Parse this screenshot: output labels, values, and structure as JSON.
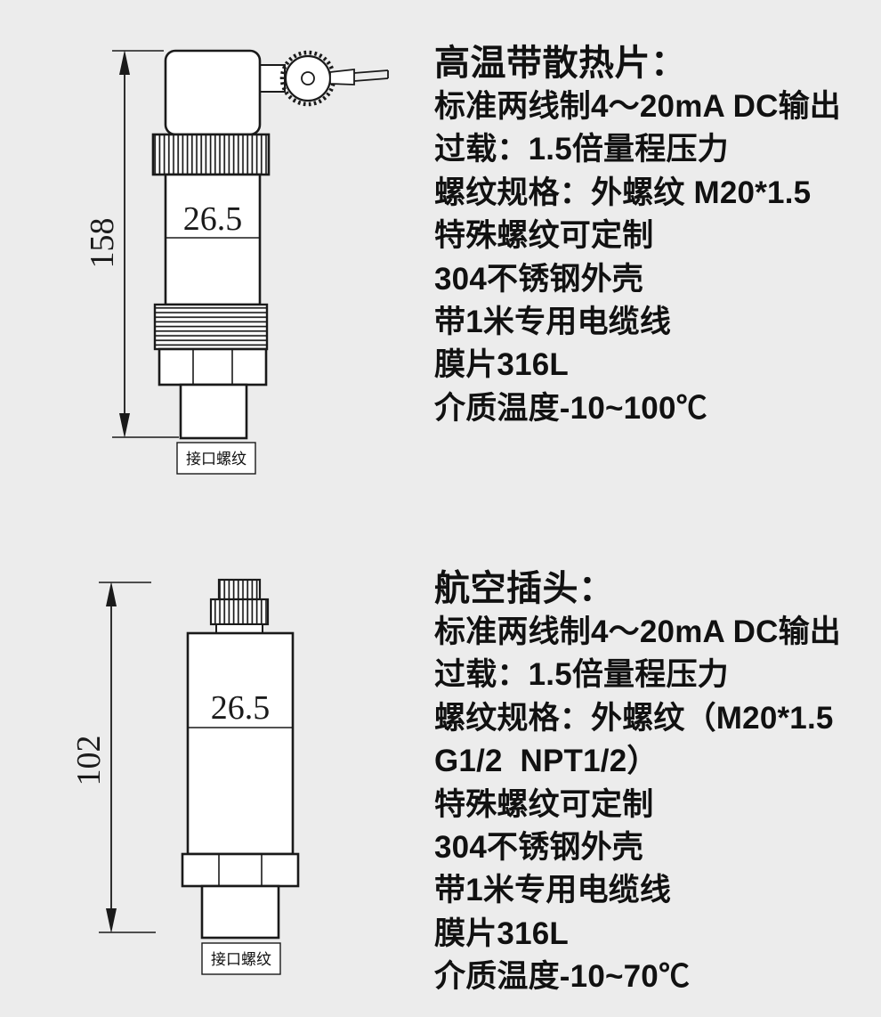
{
  "page": {
    "background": "#ececec",
    "line_color": "#1a1a1a",
    "text_color": "#111111"
  },
  "product_top": {
    "drawing": {
      "overall_height": "158",
      "body_width": "26.5",
      "thread_label": "接口螺纹"
    },
    "title": "高温带散热片：",
    "spec_lines": [
      "标准两线制4～20mA DC输出",
      "过载：1.5倍量程压力",
      "螺纹规格：外螺纹 M20*1.5",
      "特殊螺纹可定制",
      "304不锈钢外壳",
      "带1米专用电缆线",
      "膜片316L",
      "介质温度-10~100℃"
    ]
  },
  "product_bottom": {
    "drawing": {
      "overall_height": "102",
      "body_width": "26.5",
      "thread_label": "接口螺纹"
    },
    "title": "航空插头：",
    "spec_lines": [
      "标准两线制4～20mA DC输出",
      "过载：1.5倍量程压力",
      "螺纹规格：外螺纹（M20*1.5",
      "G1/2  NPT1/2）",
      "特殊螺纹可定制",
      "304不锈钢外壳",
      "带1米专用电缆线",
      "膜片316L",
      "介质温度-10~70℃"
    ]
  }
}
